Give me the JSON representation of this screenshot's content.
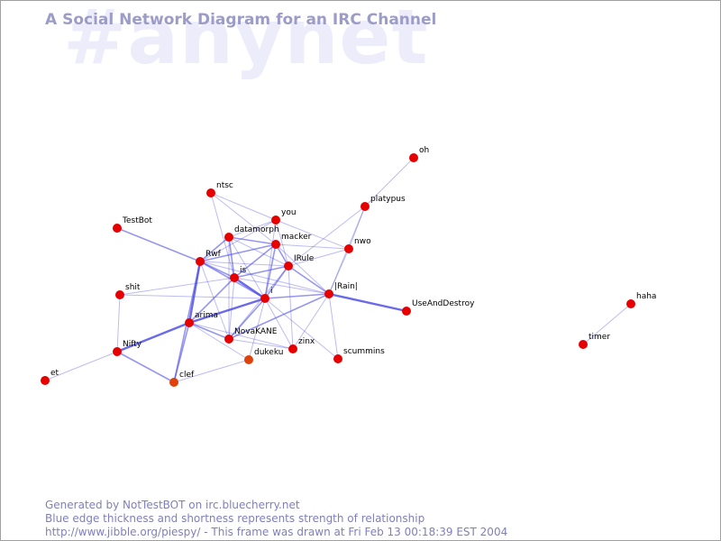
{
  "channel": "#anynet",
  "title": "A Social Network Diagram for an IRC Channel",
  "footer": {
    "line1": "Generated by NotTestBOT on irc.bluecherry.net",
    "line2": "Blue edge thickness and shortness represents strength of relationship",
    "line3": "http://www.jibble.org/piespy/ - This frame was drawn at Fri Feb 13 00:18:39 EST 2004"
  },
  "colors": {
    "node": "#e60000",
    "node_orange": "#e0400a",
    "edge": "#5050e6",
    "label": "#000000",
    "title": "#9c9cc8",
    "watermark": "#ececfa",
    "footer": "#7f7fbf"
  },
  "nodes": [
    {
      "id": "oh",
      "label": "oh"
    },
    {
      "id": "ntsc",
      "label": "ntsc"
    },
    {
      "id": "platypus",
      "label": "platypus"
    },
    {
      "id": "you",
      "label": "you"
    },
    {
      "id": "TestBot",
      "label": "TestBot"
    },
    {
      "id": "datamorph",
      "label": "datamorph"
    },
    {
      "id": "macker",
      "label": "macker"
    },
    {
      "id": "nwo",
      "label": "nwo"
    },
    {
      "id": "Rwf",
      "label": "Rwf"
    },
    {
      "id": "IRule",
      "label": "IRule"
    },
    {
      "id": "is",
      "label": "is"
    },
    {
      "id": "Rain",
      "label": "|Rain|"
    },
    {
      "id": "shit",
      "label": "shit"
    },
    {
      "id": "i",
      "label": "i"
    },
    {
      "id": "UseAndDestroy",
      "label": "UseAndDestroy"
    },
    {
      "id": "haha",
      "label": "haha"
    },
    {
      "id": "arima",
      "label": "arima"
    },
    {
      "id": "NovaKANE",
      "label": "NovaKANE"
    },
    {
      "id": "zinx",
      "label": "zinx"
    },
    {
      "id": "timer",
      "label": "timer"
    },
    {
      "id": "Nifty",
      "label": "Nifty"
    },
    {
      "id": "dukeku",
      "label": "dukeku",
      "orange": true
    },
    {
      "id": "scummins",
      "label": "scummins"
    },
    {
      "id": "et",
      "label": "et"
    },
    {
      "id": "clef",
      "label": "clef",
      "orange": true
    }
  ],
  "edges": [
    {
      "a": "oh",
      "b": "platypus",
      "w": 1
    },
    {
      "a": "platypus",
      "b": "nwo",
      "w": 1
    },
    {
      "a": "platypus",
      "b": "IRule",
      "w": 1
    },
    {
      "a": "platypus",
      "b": "Rain",
      "w": 1
    },
    {
      "a": "ntsc",
      "b": "you",
      "w": 1
    },
    {
      "a": "ntsc",
      "b": "macker",
      "w": 1
    },
    {
      "a": "ntsc",
      "b": "is",
      "w": 1
    },
    {
      "a": "you",
      "b": "datamorph",
      "w": 1
    },
    {
      "a": "you",
      "b": "IRule",
      "w": 1
    },
    {
      "a": "you",
      "b": "nwo",
      "w": 1
    },
    {
      "a": "you",
      "b": "Rwf",
      "w": 1
    },
    {
      "a": "you",
      "b": "i",
      "w": 1
    },
    {
      "a": "TestBot",
      "b": "Rwf",
      "w": 2
    },
    {
      "a": "datamorph",
      "b": "macker",
      "w": 2
    },
    {
      "a": "datamorph",
      "b": "IRule",
      "w": 1
    },
    {
      "a": "datamorph",
      "b": "is",
      "w": 2
    },
    {
      "a": "datamorph",
      "b": "i",
      "w": 1
    },
    {
      "a": "datamorph",
      "b": "Rwf",
      "w": 2
    },
    {
      "a": "datamorph",
      "b": "NovaKANE",
      "w": 1
    },
    {
      "a": "macker",
      "b": "Rwf",
      "w": 2
    },
    {
      "a": "macker",
      "b": "IRule",
      "w": 2
    },
    {
      "a": "macker",
      "b": "is",
      "w": 2
    },
    {
      "a": "macker",
      "b": "i",
      "w": 2
    },
    {
      "a": "macker",
      "b": "Rain",
      "w": 1
    },
    {
      "a": "macker",
      "b": "nwo",
      "w": 1
    },
    {
      "a": "nwo",
      "b": "IRule",
      "w": 1
    },
    {
      "a": "nwo",
      "b": "Rain",
      "w": 1
    },
    {
      "a": "Rwf",
      "b": "is",
      "w": 2
    },
    {
      "a": "Rwf",
      "b": "i",
      "w": 2
    },
    {
      "a": "Rwf",
      "b": "IRule",
      "w": 1
    },
    {
      "a": "Rwf",
      "b": "Rain",
      "w": 1
    },
    {
      "a": "Rwf",
      "b": "arima",
      "w": 3
    },
    {
      "a": "Rwf",
      "b": "clef",
      "w": 2
    },
    {
      "a": "Rwf",
      "b": "NovaKANE",
      "w": 1
    },
    {
      "a": "IRule",
      "b": "is",
      "w": 2
    },
    {
      "a": "IRule",
      "b": "i",
      "w": 2
    },
    {
      "a": "IRule",
      "b": "Rain",
      "w": 2
    },
    {
      "a": "IRule",
      "b": "NovaKANE",
      "w": 1
    },
    {
      "a": "IRule",
      "b": "zinx",
      "w": 1
    },
    {
      "a": "is",
      "b": "i",
      "w": 3
    },
    {
      "a": "is",
      "b": "arima",
      "w": 2
    },
    {
      "a": "is",
      "b": "Rain",
      "w": 1
    },
    {
      "a": "is",
      "b": "NovaKANE",
      "w": 1
    },
    {
      "a": "Rain",
      "b": "i",
      "w": 2
    },
    {
      "a": "Rain",
      "b": "UseAndDestroy",
      "w": 3
    },
    {
      "a": "Rain",
      "b": "zinx",
      "w": 1
    },
    {
      "a": "Rain",
      "b": "scummins",
      "w": 1
    },
    {
      "a": "Rain",
      "b": "NovaKANE",
      "w": 2
    },
    {
      "a": "shit",
      "b": "is",
      "w": 1
    },
    {
      "a": "shit",
      "b": "Nifty",
      "w": 1
    },
    {
      "a": "shit",
      "b": "i",
      "w": 1
    },
    {
      "a": "i",
      "b": "arima",
      "w": 3
    },
    {
      "a": "i",
      "b": "NovaKANE",
      "w": 2
    },
    {
      "a": "i",
      "b": "zinx",
      "w": 1
    },
    {
      "a": "i",
      "b": "dukeku",
      "w": 1
    },
    {
      "a": "i",
      "b": "scummins",
      "w": 1
    },
    {
      "a": "arima",
      "b": "Nifty",
      "w": 3
    },
    {
      "a": "arima",
      "b": "NovaKANE",
      "w": 2
    },
    {
      "a": "arima",
      "b": "clef",
      "w": 2
    },
    {
      "a": "arima",
      "b": "dukeku",
      "w": 1
    },
    {
      "a": "arima",
      "b": "zinx",
      "w": 1
    },
    {
      "a": "Nifty",
      "b": "clef",
      "w": 2
    },
    {
      "a": "Nifty",
      "b": "et",
      "w": 1
    },
    {
      "a": "NovaKANE",
      "b": "zinx",
      "w": 1
    },
    {
      "a": "clef",
      "b": "dukeku",
      "w": 1
    },
    {
      "a": "haha",
      "b": "timer",
      "w": 1
    }
  ]
}
